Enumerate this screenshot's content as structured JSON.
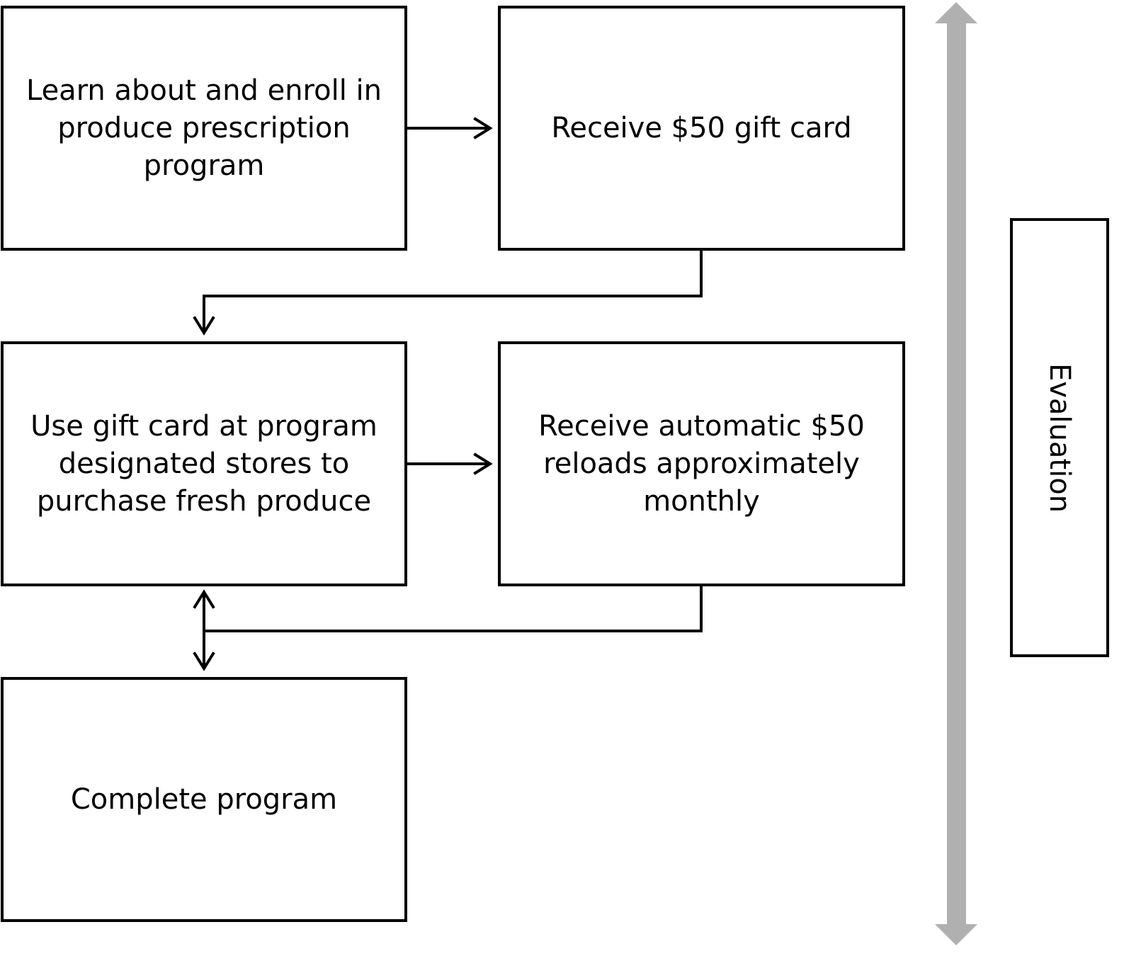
{
  "diagram": {
    "steps": {
      "enroll": "Learn about and enroll in produce prescription program",
      "receive_card": "Receive $50 gift card",
      "use_card": "Use gift card at program designated stores to purchase fresh produce",
      "reloads": "Receive automatic $50 reloads approximately monthly",
      "complete": "Complete program"
    },
    "evaluation_label": "Evaluation",
    "colors": {
      "line": "#000000",
      "evaluation_arrow": "#b1b0b0",
      "background": "#ffffff"
    }
  }
}
